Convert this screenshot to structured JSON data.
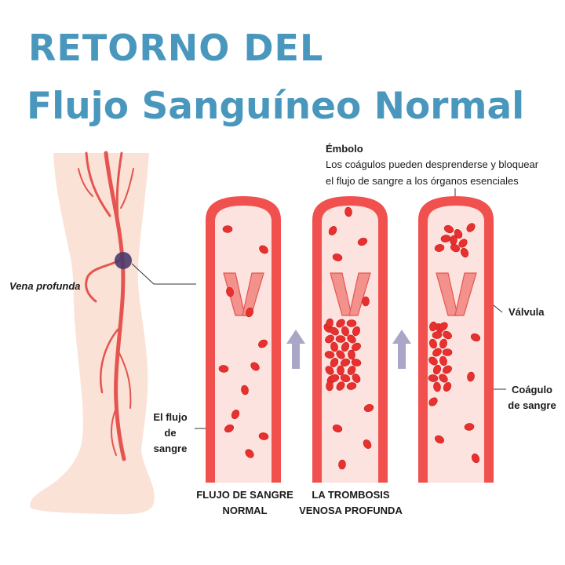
{
  "title": {
    "line1": "RETORNO DEL",
    "line2": "Flujo Sanguíneo Normal"
  },
  "embolo": {
    "heading": "Émbolo",
    "desc_line1": "Los coágulos pueden desprenderse y bloquear",
    "desc_line2": "el flujo de sangre a los órganos esenciales"
  },
  "labels": {
    "vena_profunda": "Vena profunda",
    "flujo_line1": "El flujo",
    "flujo_line2": "de",
    "flujo_line3": "sangre",
    "valvula": "Válvula",
    "coagulo_line1": "Coágulo",
    "coagulo_line2": "de sangre"
  },
  "captions": {
    "normal_line1": "FLUJO DE SANGRE",
    "normal_line2": "NORMAL",
    "tvp_line1": "LA TROMBOSIS",
    "tvp_line2": "VENOSA PROFUNDA"
  },
  "colors": {
    "title": "#4a97bd",
    "vessel_wall": "#f0504e",
    "vessel_inner": "#fde3df",
    "blood_cell": "#e8302f",
    "skin": "#fbe2d6",
    "arrow": "#a9a6c7",
    "marker": "#4b3a6b"
  }
}
